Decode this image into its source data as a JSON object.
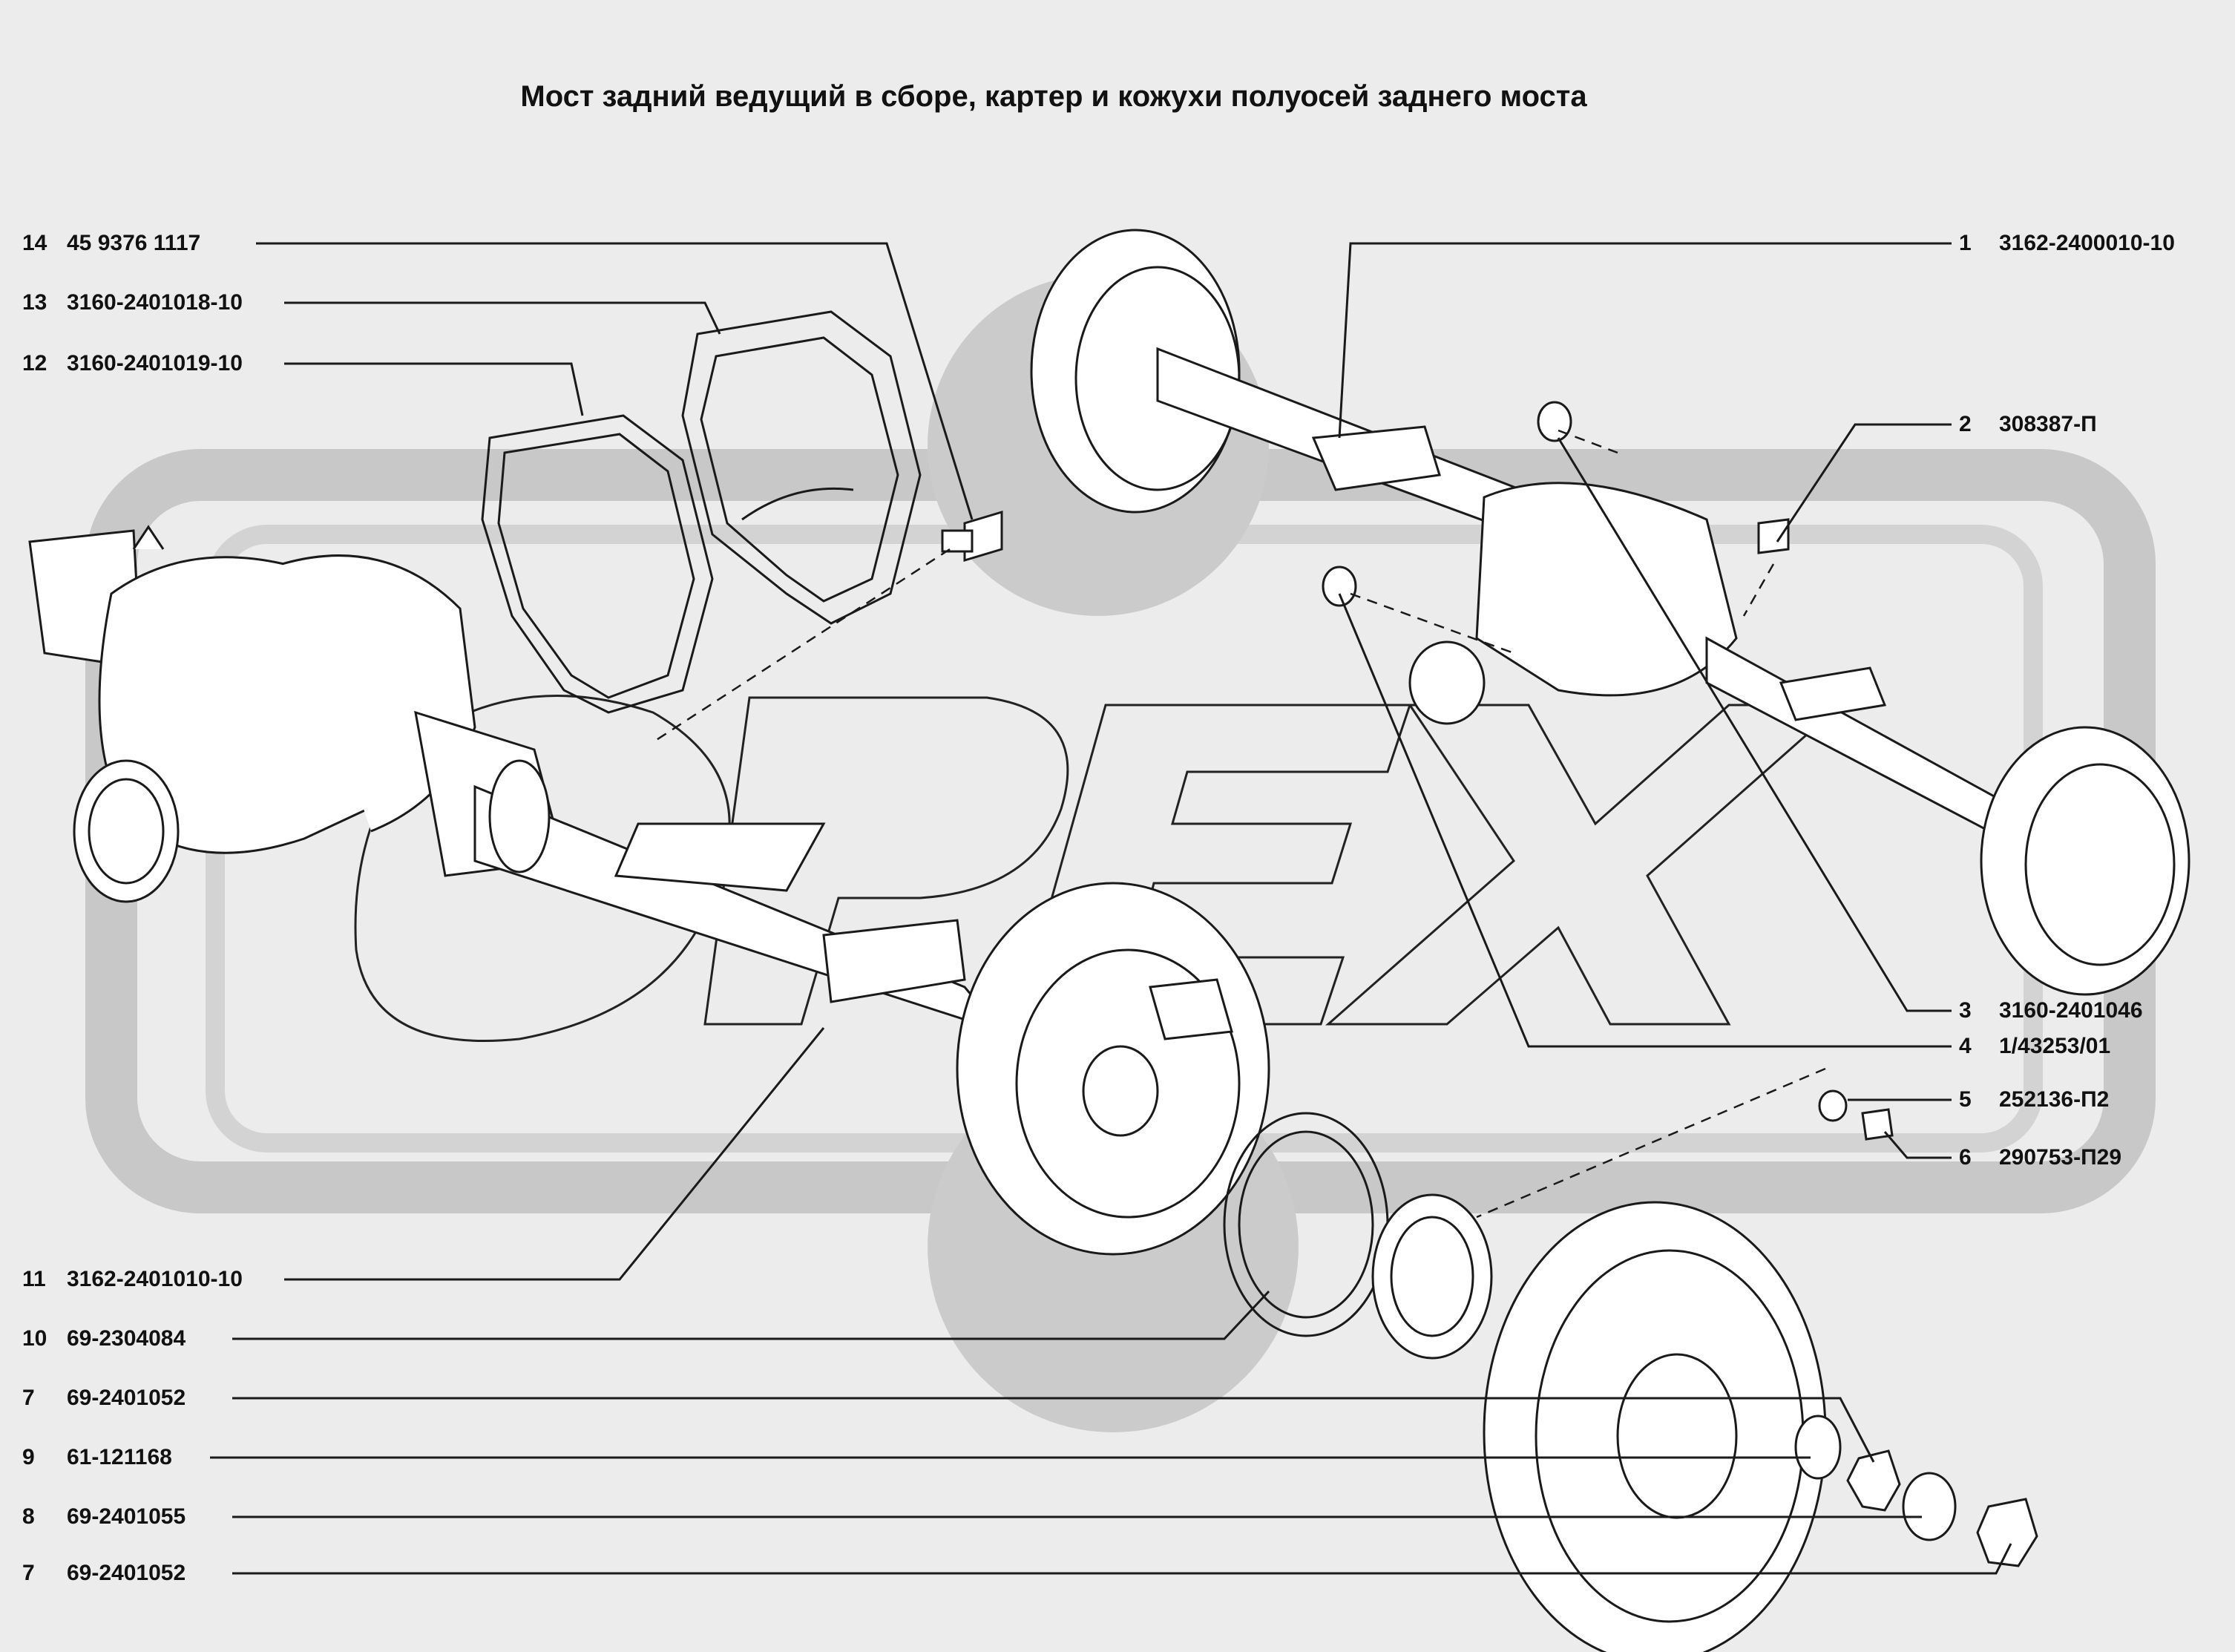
{
  "title": "Мост задний ведущий в сборе, картер и кожухи полуосей заднего моста",
  "watermark": {
    "logo_text": "OPEX",
    "color": "#c9c9c9"
  },
  "labels_left": [
    {
      "num": "14",
      "code": "45 9376 1117"
    },
    {
      "num": "13",
      "code": "3160-2401018-10"
    },
    {
      "num": "12",
      "code": "3160-2401019-10"
    },
    {
      "num": "11",
      "code": "3162-2401010-10"
    },
    {
      "num": "10",
      "code": "69-2304084"
    },
    {
      "num": "7",
      "code": "69-2401052"
    },
    {
      "num": "9",
      "code": "61-121168"
    },
    {
      "num": "8",
      "code": "69-2401055"
    },
    {
      "num": "7",
      "code": "69-2401052"
    }
  ],
  "labels_right": [
    {
      "num": "1",
      "code": "3162-2400010-10"
    },
    {
      "num": "2",
      "code": "308387-П"
    },
    {
      "num": "3",
      "code": "3160-2401046"
    },
    {
      "num": "4",
      "code": "1/43253/01"
    },
    {
      "num": "5",
      "code": "252136-П2"
    },
    {
      "num": "6",
      "code": "290753-П29"
    }
  ],
  "colors": {
    "background": "#ececec",
    "line": "#1a1a1a",
    "part_fill": "#ffffff"
  }
}
